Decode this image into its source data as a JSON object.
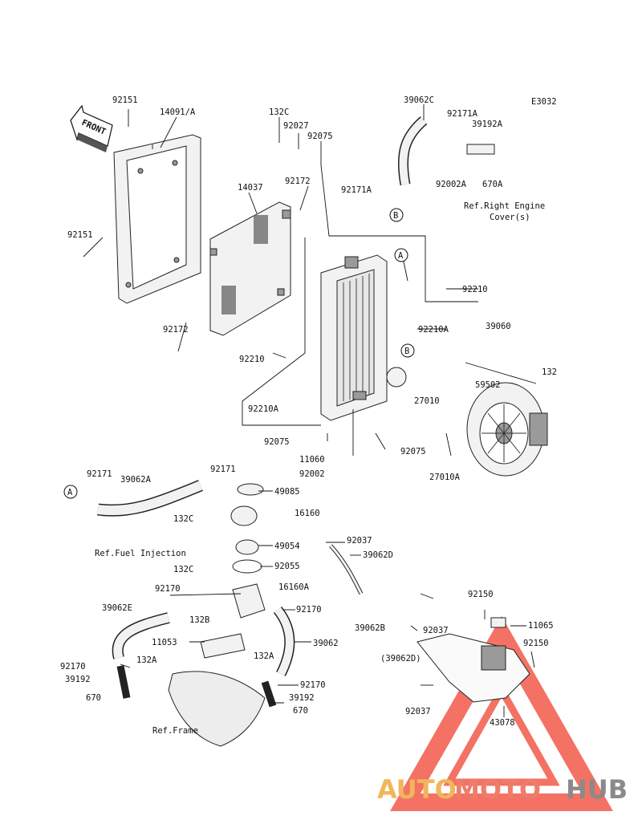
{
  "diagram_code": "E3032",
  "front_label": "FRONT",
  "parts": [
    {
      "id": "p1",
      "text": "92151"
    },
    {
      "id": "p2",
      "text": "14091/A"
    },
    {
      "id": "p3",
      "text": "132C"
    },
    {
      "id": "p4",
      "text": "92027"
    },
    {
      "id": "p5",
      "text": "92075"
    },
    {
      "id": "p6",
      "text": "39062C"
    },
    {
      "id": "p7",
      "text": "92171A"
    },
    {
      "id": "p8",
      "text": "39192A"
    },
    {
      "id": "p9",
      "text": "14037"
    },
    {
      "id": "p10",
      "text": "92172"
    },
    {
      "id": "p11",
      "text": "92171A"
    },
    {
      "id": "p12",
      "text": "92002A"
    },
    {
      "id": "p13",
      "text": "670A"
    },
    {
      "id": "p14",
      "text": "Ref.Right Engine"
    },
    {
      "id": "p15",
      "text": "Cover(s)"
    },
    {
      "id": "p16",
      "text": "92151"
    },
    {
      "id": "p17",
      "text": "92210"
    },
    {
      "id": "p18",
      "text": "92172"
    },
    {
      "id": "p19",
      "text": "92210A"
    },
    {
      "id": "p20",
      "text": "39060"
    },
    {
      "id": "p21",
      "text": "92210"
    },
    {
      "id": "p22",
      "text": "132"
    },
    {
      "id": "p23",
      "text": "59502"
    },
    {
      "id": "p24",
      "text": "27010"
    },
    {
      "id": "p25",
      "text": "92210A"
    },
    {
      "id": "p26",
      "text": "92075"
    },
    {
      "id": "p27",
      "text": "11060"
    },
    {
      "id": "p28",
      "text": "92075"
    },
    {
      "id": "p29",
      "text": "92002"
    },
    {
      "id": "p30",
      "text": "27010A"
    },
    {
      "id": "p31",
      "text": "92171"
    },
    {
      "id": "p32",
      "text": "39062A"
    },
    {
      "id": "p33",
      "text": "92171"
    },
    {
      "id": "p34",
      "text": "49085"
    },
    {
      "id": "p35",
      "text": "132C"
    },
    {
      "id": "p36",
      "text": "16160"
    },
    {
      "id": "p37",
      "text": "92037"
    },
    {
      "id": "p38",
      "text": "49054"
    },
    {
      "id": "p39",
      "text": "Ref.Fuel Injection"
    },
    {
      "id": "p40",
      "text": "39062D"
    },
    {
      "id": "p41",
      "text": "92055"
    },
    {
      "id": "p42",
      "text": "132C"
    },
    {
      "id": "p43",
      "text": "16160A"
    },
    {
      "id": "p44",
      "text": "92170"
    },
    {
      "id": "p45",
      "text": "92170"
    },
    {
      "id": "p46",
      "text": "92150"
    },
    {
      "id": "p47",
      "text": "39062E"
    },
    {
      "id": "p48",
      "text": "132B"
    },
    {
      "id": "p49",
      "text": "39062B"
    },
    {
      "id": "p50",
      "text": "92037"
    },
    {
      "id": "p51",
      "text": "11065"
    },
    {
      "id": "p52",
      "text": "11053"
    },
    {
      "id": "p53",
      "text": "39062"
    },
    {
      "id": "p54",
      "text": "92150"
    },
    {
      "id": "p55",
      "text": "132A"
    },
    {
      "id": "p56",
      "text": "92170"
    },
    {
      "id": "p57",
      "text": "132A"
    },
    {
      "id": "p58",
      "text": "(39062D)"
    },
    {
      "id": "p59",
      "text": "39192"
    },
    {
      "id": "p60",
      "text": "92170"
    },
    {
      "id": "p61",
      "text": "39192"
    },
    {
      "id": "p62",
      "text": "670"
    },
    {
      "id": "p63",
      "text": "670"
    },
    {
      "id": "p64",
      "text": "92037"
    },
    {
      "id": "p65",
      "text": "43078"
    },
    {
      "id": "p66",
      "text": "Ref.Frame"
    }
  ],
  "callouts": [
    {
      "id": "cA1",
      "text": "A"
    },
    {
      "id": "cB1",
      "text": "B"
    },
    {
      "id": "cB2",
      "text": "B"
    },
    {
      "id": "cA2",
      "text": "A"
    }
  ],
  "watermark": {
    "text_a": "AUTO",
    "text_b": "MOTO",
    "text_c": "HUB",
    "colors": {
      "auto": "#f2b55a",
      "moto": "#ef7c6a",
      "hub": "#8a8a8a",
      "triangle": "#f25a4a"
    }
  }
}
